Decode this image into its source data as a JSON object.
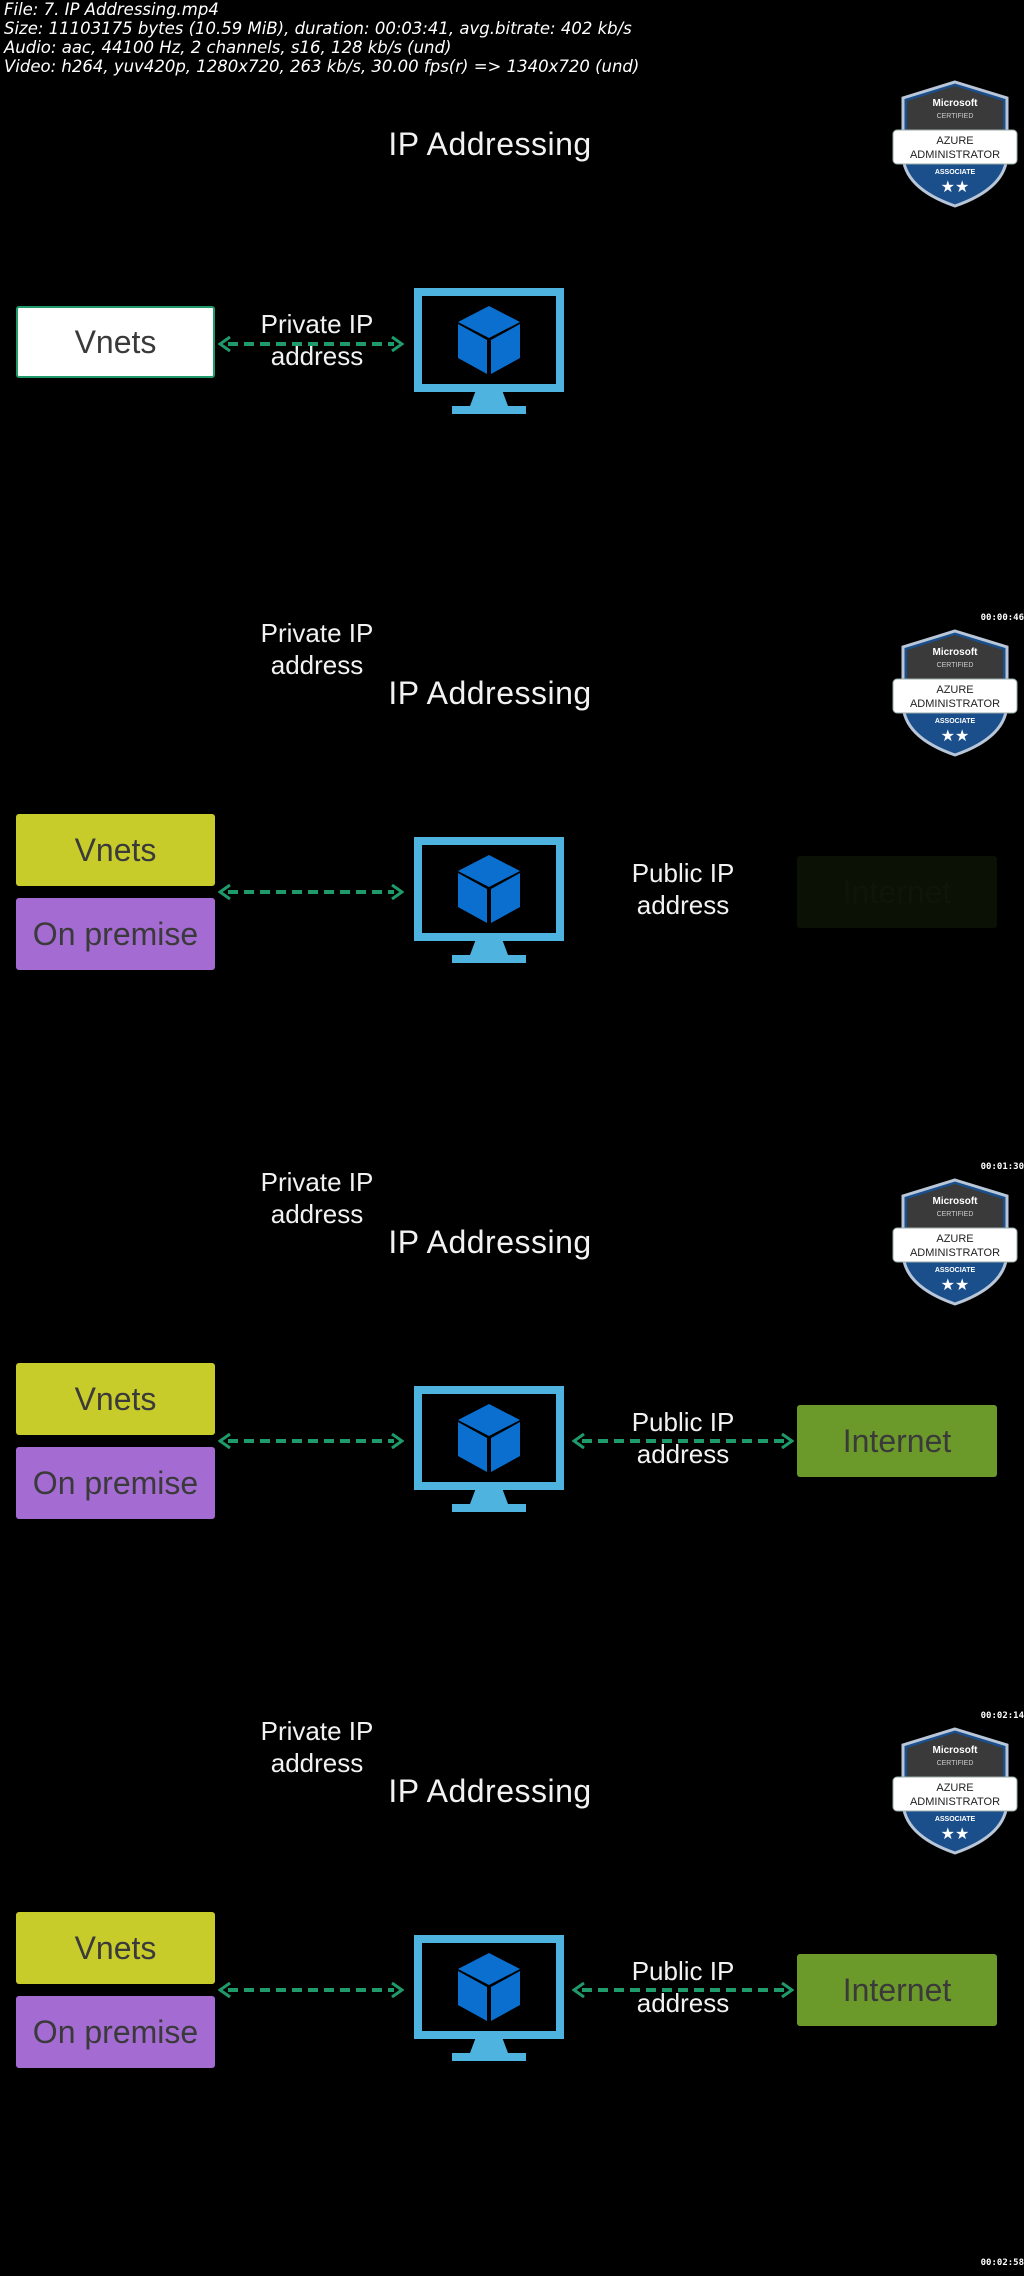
{
  "file_info": {
    "line1": "File: 7. IP Addressing.mp4",
    "line2": "Size: 11103175 bytes (10.59 MiB), duration: 00:03:41, avg.bitrate: 402 kb/s",
    "line3": "Audio: aac, 44100 Hz, 2 channels, s16, 128 kb/s (und)",
    "line4": "Video: h264, yuv420p, 1280x720, 263 kb/s, 30.00 fps(r) => 1340x720 (und)"
  },
  "badge": {
    "line1": "Microsoft",
    "line2": "CERTIFIED",
    "line3": "AZURE",
    "line4": "ADMINISTRATOR",
    "line5": "ASSOCIATE",
    "stars": "★★"
  },
  "slide": {
    "title": "IP Addressing",
    "vnets": "Vnets",
    "on_premise": "On premise",
    "private_ip": "Private IP",
    "public_ip": "Public IP",
    "address": "address",
    "internet": "Internet"
  },
  "frames": [
    {
      "timestamp": "00:00:46"
    },
    {
      "timestamp": "00:01:30"
    },
    {
      "timestamp": "00:02:14"
    },
    {
      "timestamp": "00:02:58"
    }
  ],
  "colors": {
    "vnets_white": "#ffffff",
    "vnets_yellow": "#c8cc2b",
    "on_premise": "#a46bd2",
    "internet": "#6b9a2b",
    "arrow": "#1f9b6b",
    "monitor": "#4fb3e0",
    "cube": "#0a6fcf"
  }
}
